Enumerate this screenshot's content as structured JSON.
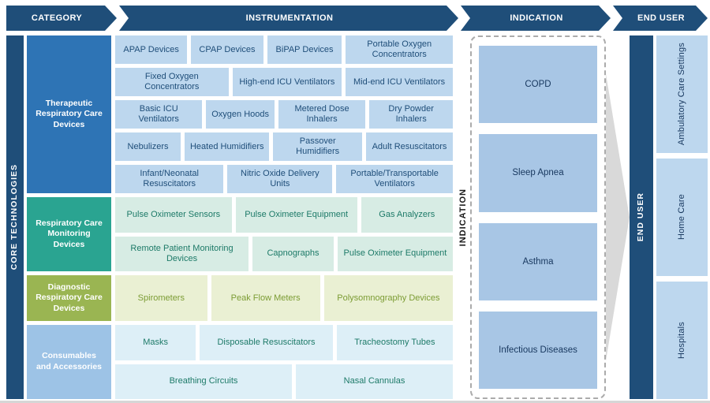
{
  "header": {
    "columns": [
      {
        "label": "CATEGORY"
      },
      {
        "label": "INSTRUMENTATION"
      },
      {
        "label": "INDICATION"
      },
      {
        "label": "END USER"
      }
    ]
  },
  "side_label": "CORE TECHNOLOGIES",
  "colors": {
    "header_bar": "#1f4e79",
    "core_bar": "#1f4e79",
    "end_user_bar": "#1f4e79",
    "arrow_gray": "#d9d9d9"
  },
  "categories": [
    {
      "label": "Therapeutic Respiratory Care Devices",
      "color": "#2e74b5",
      "box_bg": "#bdd7ee",
      "box_text": "#1f4e79",
      "rows": [
        [
          "APAP Devices",
          "CPAP Devices",
          "BiPAP Devices",
          "Portable Oxygen Concentrators"
        ],
        [
          "Fixed Oxygen Concentrators",
          "High-end ICU Ventilators",
          "Mid-end ICU Ventilators"
        ],
        [
          "Basic ICU Ventilators",
          "Oxygen Hoods",
          "Metered Dose Inhalers",
          "Dry Powder Inhalers"
        ],
        [
          "Nebulizers",
          "Heated Humidifiers",
          "Passover Humidifiers",
          "Adult Resuscitators"
        ],
        [
          "Infant/Neonatal Resuscitators",
          "Nitric Oxide Delivery Units",
          "Portable/Transportable Ventilators"
        ]
      ]
    },
    {
      "label": "Respiratory Care Monitoring Devices",
      "color": "#2aa491",
      "box_bg": "#d7ece4",
      "box_text": "#1d7a68",
      "rows": [
        [
          "Pulse Oximeter Sensors",
          "Pulse Oximeter Equipment",
          "Gas Analyzers"
        ],
        [
          "Remote Patient Monitoring Devices",
          "Capnographs",
          "Pulse Oximeter Equipment"
        ]
      ]
    },
    {
      "label": "Diagnostic Respiratory Care Devices",
      "color": "#9ab552",
      "box_bg": "#eaf0d3",
      "box_text": "#7c9c34",
      "rows": [
        [
          "Spirometers",
          "Peak Flow Meters",
          "Polysomnography Devices"
        ]
      ]
    },
    {
      "label": "Consumables and Accessories",
      "color": "#9dc3e6",
      "box_bg": "#ddeff7",
      "box_text": "#1d7a68",
      "rows": [
        [
          "Masks",
          "Disposable Resuscitators",
          "Tracheostomy Tubes"
        ],
        [
          "Breathing Circuits",
          "Nasal Cannulas"
        ]
      ]
    }
  ],
  "indication": {
    "vertical_label": "INDICATION",
    "items": [
      "COPD",
      "Sleep Apnea",
      "Asthma",
      "Infectious Diseases"
    ],
    "box_bg": "#a8c6e5",
    "box_text": "#17375e"
  },
  "end_user": {
    "bar_label": "END USER",
    "items": [
      "Ambulatory Care Settings",
      "Home Care",
      "Hospitals"
    ],
    "box_bg": "#bdd7ee",
    "box_text": "#17375e"
  }
}
